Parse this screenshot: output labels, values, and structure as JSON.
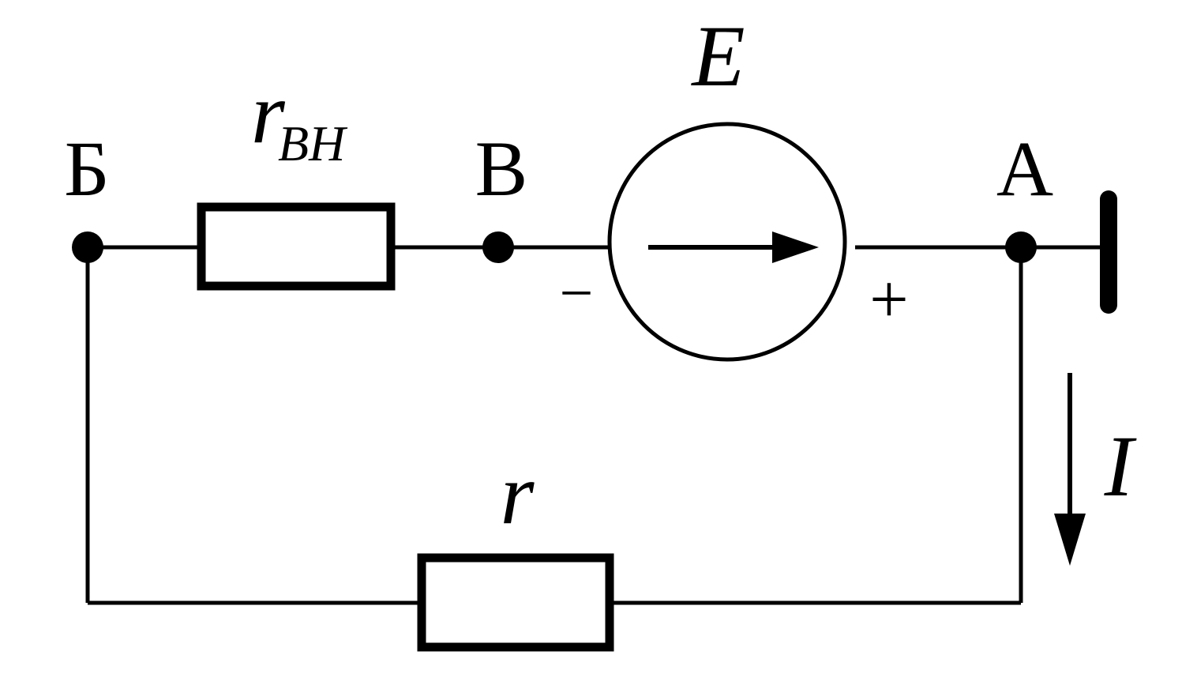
{
  "nodes": {
    "b_label": "Б",
    "v_label": "В",
    "a_label": "А"
  },
  "components": {
    "internal_resistor": {
      "symbol": "r",
      "subscript": "ВН"
    },
    "load_resistor": {
      "symbol": "r"
    },
    "emf_source": {
      "symbol": "E",
      "minus": "−",
      "plus": "+"
    }
  },
  "current": {
    "symbol": "I"
  }
}
